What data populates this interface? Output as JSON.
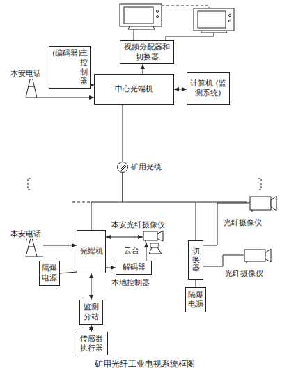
{
  "diagram": {
    "caption": "矿用光纤工业电视系统框图",
    "nodes": [
      {
        "text": [
          "(编码器)",
          "主控制器"
        ]
      },
      {
        "text": [
          "视频分配器和切换器"
        ]
      },
      {
        "text": [
          "本安电话"
        ]
      },
      {
        "text": [
          "中心光端机"
        ]
      },
      {
        "text": [
          "计算机 (监测系统)"
        ]
      },
      {
        "text": [
          "矿用光缆"
        ]
      },
      {
        "text": [
          "本安电话"
        ]
      },
      {
        "text": [
          "光端机"
        ]
      },
      {
        "text": [
          "本安光纤摄像仪"
        ]
      },
      {
        "text": [
          "解码器"
        ]
      },
      {
        "text": [
          "隔爆电源"
        ]
      },
      {
        "text": [
          "监测分站"
        ]
      },
      {
        "text": [
          "传感器执行器"
        ]
      },
      {
        "text": [
          "切换器"
        ]
      },
      {
        "text": [
          "光纤摄像仪"
        ]
      },
      {
        "text": [
          "光纤摄像仪"
        ]
      },
      {
        "text": [
          "隔爆电源"
        ]
      }
    ],
    "edges": [
      {
        "from": 0,
        "to": 3,
        "arrow": "to"
      },
      {
        "from": 3,
        "to": 1,
        "arrow": "to"
      },
      {
        "from": 2,
        "to": 3,
        "arrow": "to"
      },
      {
        "from": 4,
        "to": 3,
        "arrow": "both"
      },
      {
        "from": 3,
        "to": 5,
        "arrow": "none"
      },
      {
        "from": 5,
        "to": 7,
        "arrow": "none"
      },
      {
        "from": 5,
        "to": 13,
        "arrow": "none"
      },
      {
        "from": 6,
        "to": 7,
        "arrow": "to"
      },
      {
        "from": 7,
        "to": 8,
        "arrow": "both"
      },
      {
        "from": 7,
        "to": 9,
        "arrow": "to"
      },
      {
        "from": 9,
        "to": 8,
        "arrow": "to"
      },
      {
        "from": 10,
        "to": 7,
        "arrow": "none"
      },
      {
        "from": 7,
        "to": 11,
        "arrow": "both"
      },
      {
        "from": 11,
        "to": 12,
        "arrow": "both"
      },
      {
        "from": 13,
        "to": 14,
        "arrow": "none"
      },
      {
        "from": 13,
        "to": 15,
        "arrow": "none"
      },
      {
        "from": 16,
        "to": 13,
        "arrow": "none"
      }
    ],
    "labels": [
      "本地控制器",
      "云台"
    ]
  }
}
